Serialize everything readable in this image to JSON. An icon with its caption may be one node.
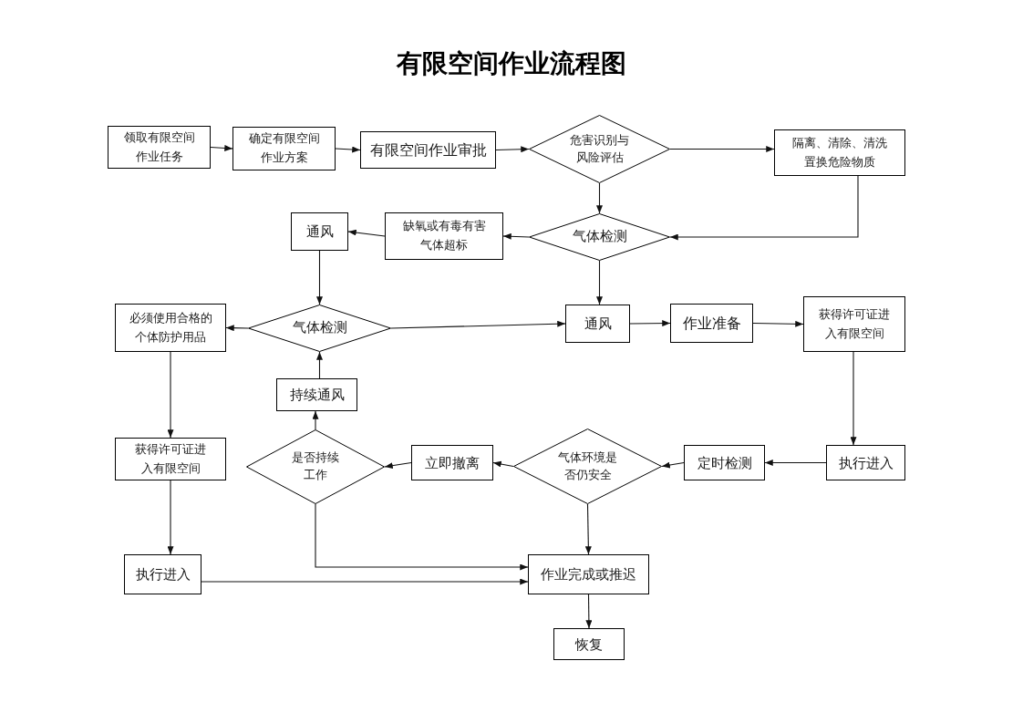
{
  "diagram": {
    "title": "有限空间作业流程图",
    "nodes": [
      {
        "text": [
          "领取有限空间作业任务"
        ]
      },
      {
        "text": [
          "确定有限空间作业方案"
        ]
      },
      {
        "text": [
          "有限空间作业审批"
        ]
      },
      {
        "text": [
          "危害识别与风险评估"
        ]
      },
      {
        "text": [
          "隔离、清除、清洗置换危险物质"
        ]
      },
      {
        "text": [
          "通风"
        ]
      },
      {
        "text": [
          "缺氧或有毒有害气体超标"
        ]
      },
      {
        "text": [
          "气体检测"
        ]
      },
      {
        "text": [
          "必须使用合格的个体防护用品"
        ]
      },
      {
        "text": [
          "气体检测"
        ]
      },
      {
        "text": [
          "通风"
        ]
      },
      {
        "text": [
          "作业准备"
        ]
      },
      {
        "text": [
          "获得许可证进入有限空间"
        ]
      },
      {
        "text": [
          "持续通风"
        ]
      },
      {
        "text": [
          "获得许可证进入有限空间"
        ]
      },
      {
        "text": [
          "是否持续工作"
        ]
      },
      {
        "text": [
          "立即撤离"
        ]
      },
      {
        "text": [
          "气体环境是否仍安全"
        ]
      },
      {
        "text": [
          "定时检测"
        ]
      },
      {
        "text": [
          "执行进入"
        ]
      },
      {
        "text": [
          "执行进入"
        ]
      },
      {
        "text": [
          "作业完成或推迟"
        ]
      },
      {
        "text": [
          "恢复"
        ]
      }
    ],
    "edges": [
      {
        "from": 0,
        "to": 1,
        "arrow": "to"
      },
      {
        "from": 1,
        "to": 2,
        "arrow": "to"
      },
      {
        "from": 2,
        "to": 3,
        "arrow": "to"
      },
      {
        "from": 3,
        "to": 4,
        "arrow": "to"
      },
      {
        "from": 3,
        "to": 7,
        "arrow": "to"
      },
      {
        "from": 4,
        "to": 7,
        "arrow": "to"
      },
      {
        "from": 7,
        "to": 6,
        "arrow": "to"
      },
      {
        "from": 6,
        "to": 5,
        "arrow": "to"
      },
      {
        "from": 5,
        "to": 9,
        "arrow": "to"
      },
      {
        "from": 7,
        "to": 10,
        "arrow": "to"
      },
      {
        "from": 9,
        "to": 8,
        "arrow": "to"
      },
      {
        "from": 9,
        "to": 10,
        "arrow": "to"
      },
      {
        "from": 10,
        "to": 11,
        "arrow": "to"
      },
      {
        "from": 11,
        "to": 12,
        "arrow": "to"
      },
      {
        "from": 12,
        "to": 19,
        "arrow": "to"
      },
      {
        "from": 8,
        "to": 14,
        "arrow": "to"
      },
      {
        "from": 19,
        "to": 18,
        "arrow": "to"
      },
      {
        "from": 18,
        "to": 17,
        "arrow": "to"
      },
      {
        "from": 17,
        "to": 16,
        "arrow": "to"
      },
      {
        "from": 16,
        "to": 15,
        "arrow": "to"
      },
      {
        "from": 15,
        "to": 13,
        "arrow": "to"
      },
      {
        "from": 13,
        "to": 9,
        "arrow": "to"
      },
      {
        "from": 14,
        "to": 20,
        "arrow": "to"
      },
      {
        "from": 17,
        "to": 21,
        "arrow": "to"
      },
      {
        "from": 15,
        "to": 21,
        "arrow": "to"
      },
      {
        "from": 20,
        "to": 21,
        "arrow": "to"
      },
      {
        "from": 21,
        "to": 22,
        "arrow": "to"
      }
    ]
  }
}
